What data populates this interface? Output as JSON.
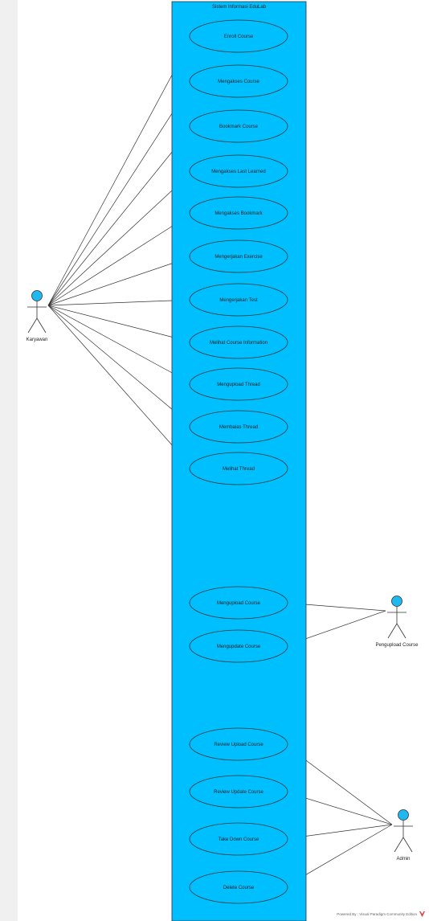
{
  "colors": {
    "background": "#f0f0f0",
    "canvas": "#ffffff",
    "boundary_fill": "#00bfff",
    "usecase_fill": "#00bfff",
    "actor_head": "#1fb8f0",
    "line": "#333333",
    "footer_logo": "#e33b3b"
  },
  "diagram": {
    "system_title": "Sistem Informasi EduLab",
    "actors": [
      {
        "id": "karyawan",
        "label": "Karyawan"
      },
      {
        "id": "pengupload",
        "label": "Pengupload Course"
      },
      {
        "id": "admin",
        "label": "Admin"
      }
    ],
    "use_cases": [
      {
        "id": "uc1",
        "label": "Enroll Course"
      },
      {
        "id": "uc2",
        "label": "Mengakses Course"
      },
      {
        "id": "uc3",
        "label": "Bookmark Course"
      },
      {
        "id": "uc4",
        "label": "Mengakses Last Learned"
      },
      {
        "id": "uc5",
        "label": "Mengakses Bookmark"
      },
      {
        "id": "uc6",
        "label": "Mengerjakan Exercise"
      },
      {
        "id": "uc7",
        "label": "Mengerjakan Test"
      },
      {
        "id": "uc8",
        "label": "Melihat Course Information"
      },
      {
        "id": "uc9",
        "label": "Mengupload Thread"
      },
      {
        "id": "uc10",
        "label": "Membalas Thread"
      },
      {
        "id": "uc11",
        "label": "Melihat Thread"
      },
      {
        "id": "uc12",
        "label": "Mengupload Course"
      },
      {
        "id": "uc13",
        "label": "Mengupdate Course"
      },
      {
        "id": "uc14",
        "label": "Review Upload Course"
      },
      {
        "id": "uc15",
        "label": "Review Update Course"
      },
      {
        "id": "uc16",
        "label": "Take Down Course"
      },
      {
        "id": "uc17",
        "label": "Delete Course"
      }
    ],
    "associations": [
      [
        "karyawan",
        "uc1"
      ],
      [
        "karyawan",
        "uc2"
      ],
      [
        "karyawan",
        "uc3"
      ],
      [
        "karyawan",
        "uc4"
      ],
      [
        "karyawan",
        "uc5"
      ],
      [
        "karyawan",
        "uc6"
      ],
      [
        "karyawan",
        "uc7"
      ],
      [
        "karyawan",
        "uc8"
      ],
      [
        "karyawan",
        "uc9"
      ],
      [
        "karyawan",
        "uc10"
      ],
      [
        "karyawan",
        "uc11"
      ],
      [
        "pengupload",
        "uc12"
      ],
      [
        "pengupload",
        "uc13"
      ],
      [
        "admin",
        "uc14"
      ],
      [
        "admin",
        "uc15"
      ],
      [
        "admin",
        "uc16"
      ],
      [
        "admin",
        "uc17"
      ]
    ]
  },
  "footer": {
    "text": "Powered By : Visual Paradigm Community Edition",
    "logo_icon": "visual-paradigm-logo-icon"
  }
}
